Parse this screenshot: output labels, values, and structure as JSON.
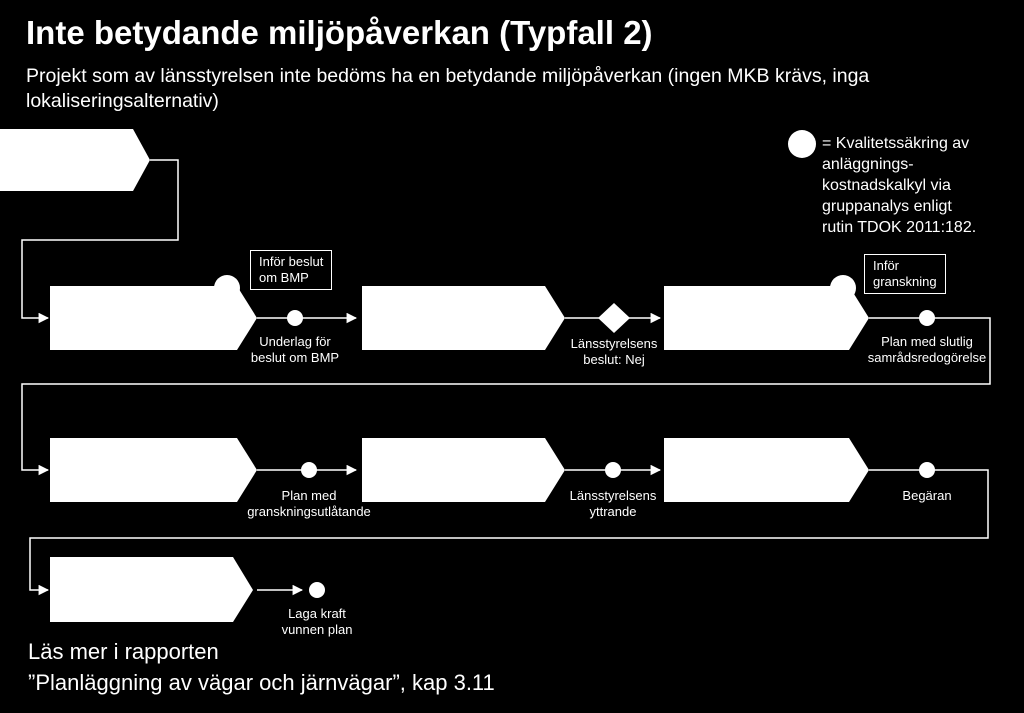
{
  "title": "Inte betydande miljöpåverkan (Typfall 2)",
  "subtitle": "Projekt som av länsstyrelsen inte bedöms ha en betydande miljöpåverkan (ingen MKB krävs, inga lokaliseringsalternativ)",
  "legend": {
    "symbol": "circle",
    "text": "= Kvalitetssäkring av\nanläggnings-\nkostnadskalkyl via\ngruppanalys enligt\nrutin TDOK 2011:182."
  },
  "notes": {
    "infor_beslut": "Inför beslut\nom BMP",
    "infor_granskning": "Inför\ngranskning"
  },
  "milestones": {
    "underlag": "Underlag för\nbeslut om BMP",
    "lansstyrelsens_beslut": "Länsstyrelsens\nbeslut: Nej",
    "plan_samrad": "Plan med slutlig\nsamrådsredogörelse",
    "plan_granskning": "Plan med\ngranskningsutlåtande",
    "lansstyrelsens_yttrande": "Länsstyrelsens\nyttrande",
    "begaran": "Begäran",
    "laga_kraft": "Laga kraft\nvunnen plan"
  },
  "footer": "Läs mer i rapporten\n”Planläggning av vägar och järnvägar”, kap 3.11",
  "colors": {
    "background": "#000000",
    "foreground": "#ffffff"
  }
}
